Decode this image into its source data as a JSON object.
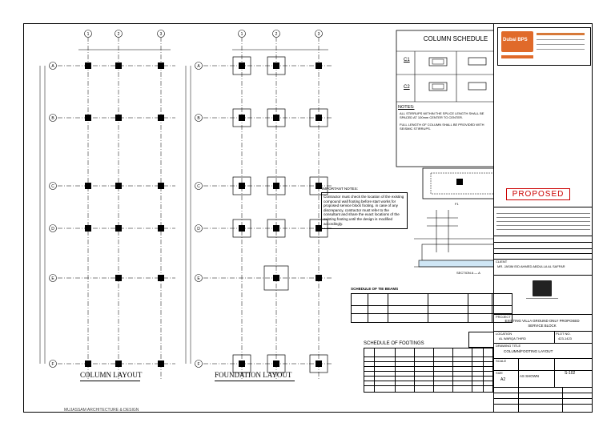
{
  "drawing": {
    "column_layout_title": "COLUMN LAYOUT",
    "foundation_layout_title": "FOUNDATION LAYOUT",
    "footer_firm": "MUJASSAM ARCHITECTURE & DESIGN",
    "grid_cols": [
      "1",
      "2",
      "3"
    ],
    "grid_rows": [
      "A",
      "B",
      "C",
      "D",
      "E",
      "F"
    ]
  },
  "column_schedule": {
    "title": "COLUMN SCHEDULE",
    "c1": "C1",
    "c2": "C2",
    "notes_title": "NOTES:",
    "note1": "ALL STIRRUPS WITHIN THE SPLICE LENGTH SHALL BE SPACED AT 100mm CENTER TO CENTER.",
    "note2": "FULL LENGTH OF COLUMN SHALL BE PROVIDED WITH SEISMIC STIRRUPS."
  },
  "important_notes": {
    "title": "IMPORTANT NOTES:",
    "body": "Contractor must check the location of the existing compound wall footing before start works for proposed service block footing. in case of any discrepancy, contractor must refer to the consultant and share the exact locations of the existing footing until the design is modified accordingly."
  },
  "tie_beams": {
    "title": "SCHEDULE OF TIE BEAMS"
  },
  "footings": {
    "title": "SCHEDULE OF FOOTINGS"
  },
  "title_block": {
    "dubai_bps": "Dubai BPS",
    "proposed": "PROPOSED",
    "client_label": "CLIENT",
    "client_name": "MR. JASIM EID AHMED ABDULLA AL SAFFAR",
    "project_label": "PROJECT",
    "project_name": "EXISTING VILLA GROUND ONLY PROPOSED SERVICE BLOCK",
    "location_label": "LOCATION",
    "location": "AL WARQA THIRD",
    "plot_label": "PLOT NO.",
    "plot": "423-1423",
    "drawing_title_label": "DRAWING TITLE",
    "drawing_title": "COLUMN/FOOTING LAYOUT",
    "scale_label": "SCALE",
    "scale": "AS SHOWN",
    "sheet_no": "S-102",
    "size_label": "SIZE",
    "size": "A2"
  }
}
